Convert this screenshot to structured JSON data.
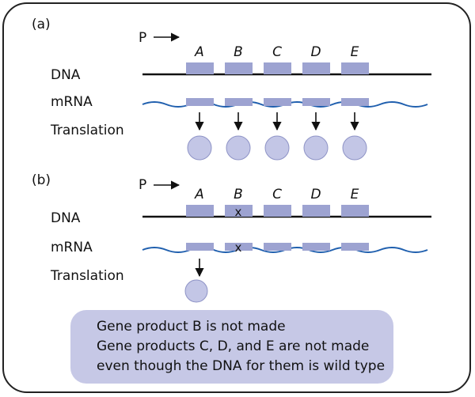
{
  "colors": {
    "frame": "#222222",
    "gene_box": "#9da3d1",
    "protein": "#c3c6e6",
    "protein_edge": "#8e93c6",
    "mrna": "#1f5fae",
    "callout_bg": "#c6c8e6"
  },
  "panel_a": {
    "label": "(a)",
    "promoter": "P",
    "genes": [
      "A",
      "B",
      "C",
      "D",
      "E"
    ],
    "dna_label": "DNA",
    "mrna_label": "mRNA",
    "translation_label": "Translation"
  },
  "panel_b": {
    "label": "(b)",
    "promoter": "P",
    "genes": [
      "A",
      "B",
      "C",
      "D",
      "E"
    ],
    "dna_label": "DNA",
    "mrna_label": "mRNA",
    "translation_label": "Translation",
    "mutation_mark": "x"
  },
  "callout": {
    "lines": [
      "Gene product B is not made",
      "Gene products C, D, and E are not made",
      "even though the DNA for them is wild type"
    ]
  }
}
